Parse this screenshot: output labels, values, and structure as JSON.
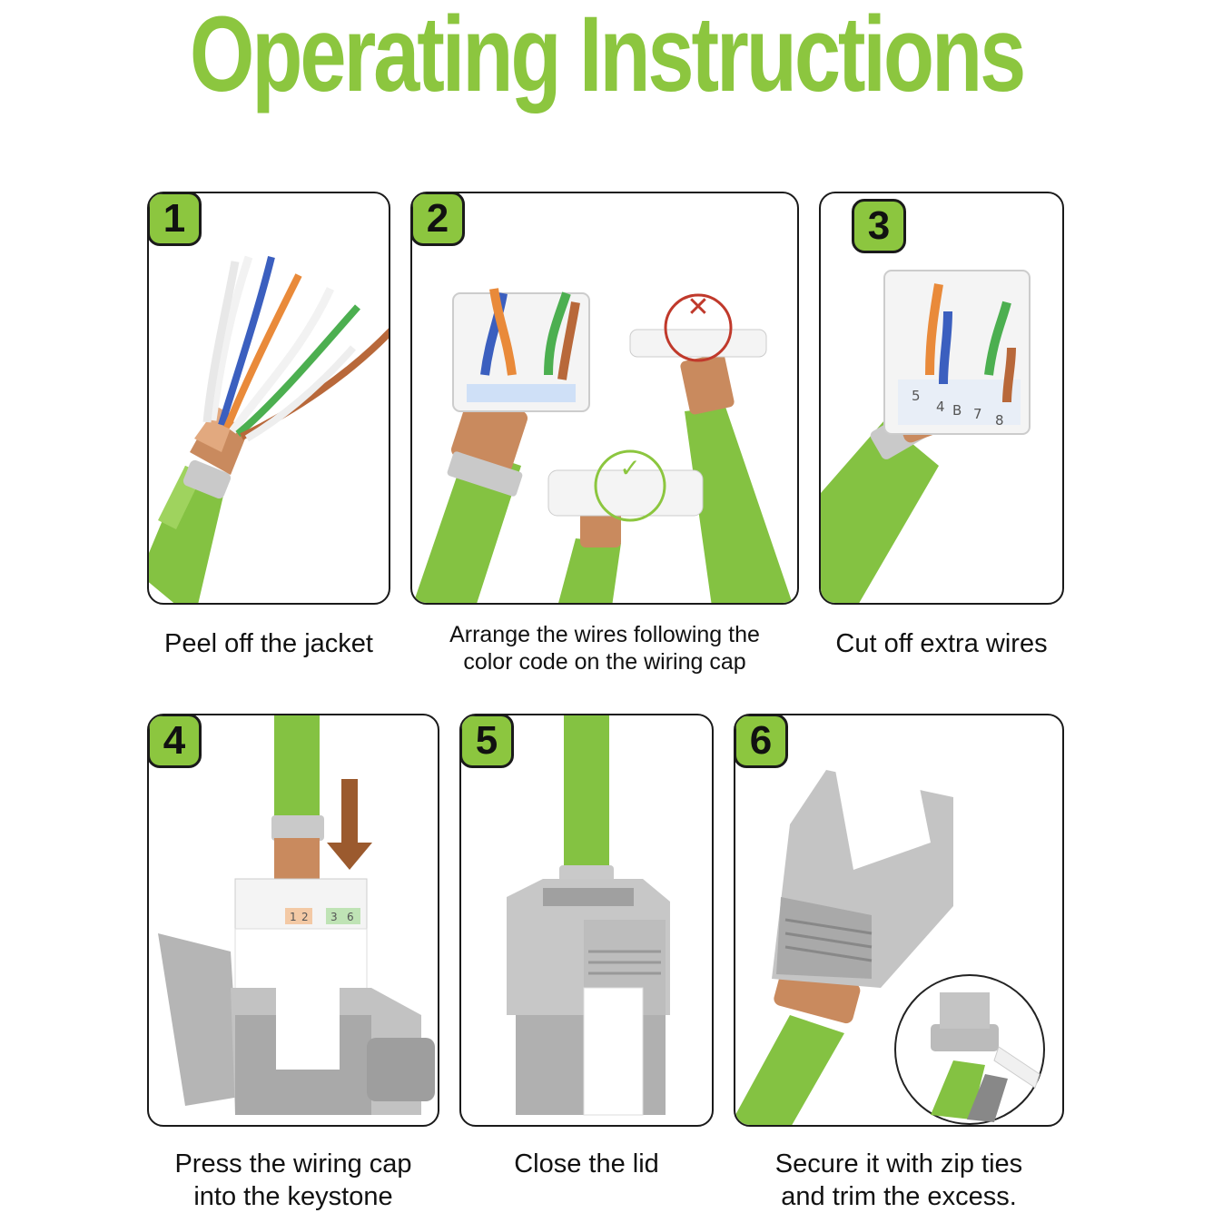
{
  "title": "Operating Instructions",
  "colors": {
    "accent_green": "#8cc63f",
    "cable_green": "#84c242",
    "copper": "#c98a5e",
    "steel": "#b9b9b9"
  },
  "steps": [
    {
      "number": "1",
      "caption": "Peel off the jacket",
      "image": "cable-stripped-wires-image"
    },
    {
      "number": "2",
      "caption_line1": "Arrange the wires following the",
      "caption_line2": "color code on the wiring cap",
      "image": "wiring-cap-arrangement-image",
      "marks": {
        "wrong": "✕",
        "right": "✓"
      }
    },
    {
      "number": "3",
      "caption": "Cut off extra wires",
      "image": "trimmed-wires-image",
      "cap_labels": [
        "5",
        "4",
        "B",
        "7",
        "8"
      ]
    },
    {
      "number": "4",
      "caption_line1": "Press the wiring cap",
      "caption_line2": "into the keystone",
      "image": "press-cap-image",
      "cap_labels": [
        "1",
        "2",
        "3",
        "6"
      ]
    },
    {
      "number": "5",
      "caption": "Close the lid",
      "image": "closed-keystone-image"
    },
    {
      "number": "6",
      "caption_line1": "Secure it with zip ties",
      "caption_line2": "and trim the excess.",
      "image": "zip-tie-image"
    }
  ]
}
